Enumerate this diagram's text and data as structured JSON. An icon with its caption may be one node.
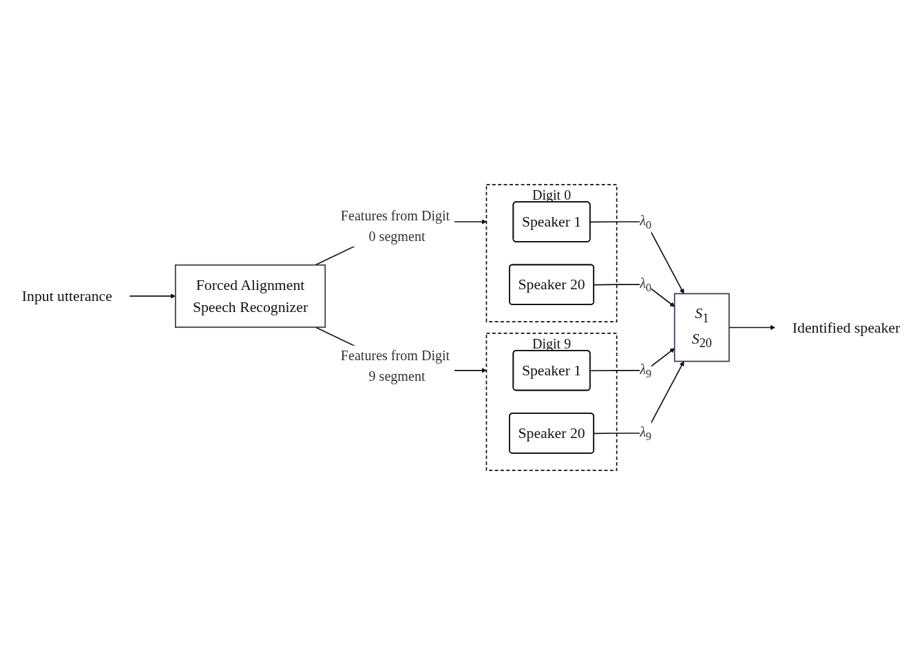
{
  "diagram": {
    "nodes": [
      {
        "text": [
          "Input utterance"
        ]
      },
      {
        "text": [
          "Forced Alignment",
          "Speech Recognizer"
        ]
      },
      {
        "text": [
          "Digit 0"
        ]
      },
      {
        "text": [
          "Speaker 1"
        ],
        "in": 2
      },
      {
        "text": [
          "Speaker 20"
        ],
        "in": 2
      },
      {
        "text": [
          "Digit 9"
        ]
      },
      {
        "text": [
          "Speaker 1"
        ],
        "in": 5
      },
      {
        "text": [
          "Speaker 20"
        ],
        "in": 5
      },
      {
        "text": [
          "*S*$_{1}$",
          "*S*$_{20}$"
        ]
      },
      {
        "text": [
          "Identified speaker"
        ]
      }
    ],
    "edges": [
      {
        "from": 0,
        "to": 1,
        "arrow": "to"
      },
      {
        "from": 1,
        "to": 2,
        "arrow": "to",
        "label": "Features from Digit 0 segment"
      },
      {
        "from": 1,
        "to": 5,
        "arrow": "to",
        "label": "Features from Digit 9 segment"
      },
      {
        "from": 3,
        "to": 8,
        "arrow": "to",
        "label": "*λ*$_{0}$"
      },
      {
        "from": 4,
        "to": 8,
        "arrow": "to",
        "label": "*λ*$_{0}$"
      },
      {
        "from": 6,
        "to": 8,
        "arrow": "to",
        "label": "*λ*$_{9}$"
      },
      {
        "from": 7,
        "to": 8,
        "arrow": "to",
        "label": "*λ*$_{9}$"
      },
      {
        "from": 8,
        "to": 9,
        "arrow": "to"
      }
    ]
  }
}
